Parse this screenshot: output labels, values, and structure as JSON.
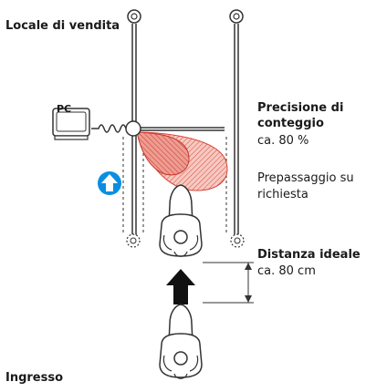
{
  "labels": {
    "shop": "Locale di vendita",
    "precision_title_line1": "Precisione di",
    "precision_title_line2": "conteggio",
    "precision_value": "ca. 80 %",
    "prepass_line1": "Prepassaggio su",
    "prepass_line2": "richiesta",
    "distance_title": "Distanza ideale",
    "distance_value": "ca. 80 cm",
    "entrance": "Ingresso",
    "pc": "PC"
  },
  "colors": {
    "line": "#333333",
    "sensor_field_fill": "#f3b6ad",
    "sensor_field_dark": "#d9473b",
    "direction_arrow": "#0a8fe0",
    "walking_arrow": "#111111"
  },
  "icons": {
    "computer": "monitor-icon",
    "direction": "arrow-up-circle-icon",
    "walking_direction": "arrow-up-icon",
    "person": "person-topview-icon"
  }
}
